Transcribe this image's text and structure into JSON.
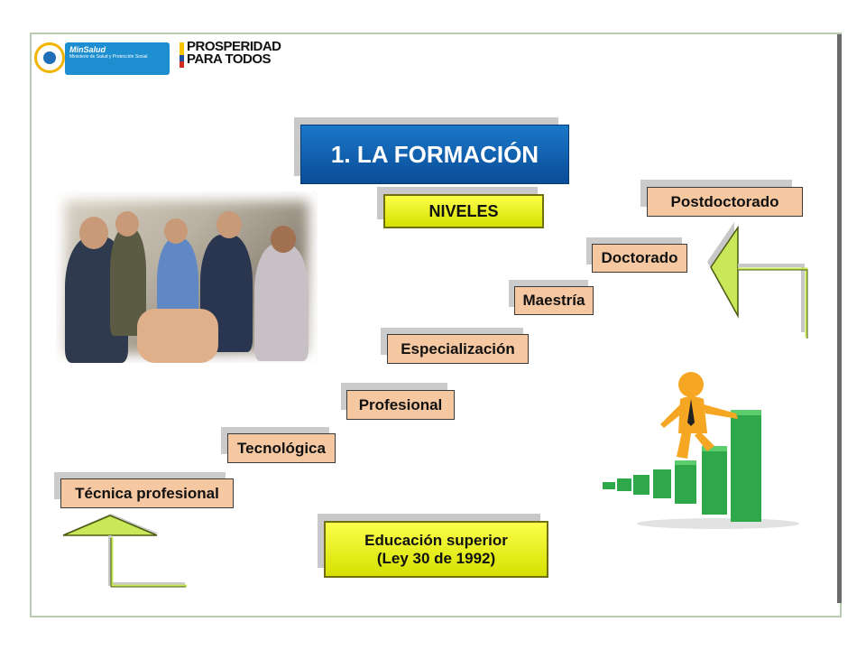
{
  "header": {
    "ministry_name": "MinSalud",
    "ministry_sub": "Ministerio de Salud y Protección Social",
    "slogan_line1": "PROSPERIDAD",
    "slogan_line2": "PARA TODOS"
  },
  "title": "1. LA FORMACIÓN",
  "subtitle": "NIVELES",
  "levels": {
    "postdoctorado": "Postdoctorado",
    "doctorado": "Doctorado",
    "maestria": "Maestría",
    "especializacion": "Especialización",
    "profesional": "Profesional",
    "tecnologica": "Tecnológica",
    "tecnica": "Técnica profesional"
  },
  "education": {
    "line1": "Educación superior",
    "line2": "(Ley 30 de 1992)"
  },
  "colors": {
    "title_blue": "#1a78c8",
    "level_box": "#f6c8a2",
    "yellow_box": "#e8f000",
    "arrow_green": "#c8e85a",
    "bar_green": "#2ea84a",
    "figure_orange": "#f5a623"
  },
  "icons": [
    "colombia-seal-icon",
    "up-arrow-icon",
    "left-arrow-icon",
    "stairs-person-icon"
  ]
}
